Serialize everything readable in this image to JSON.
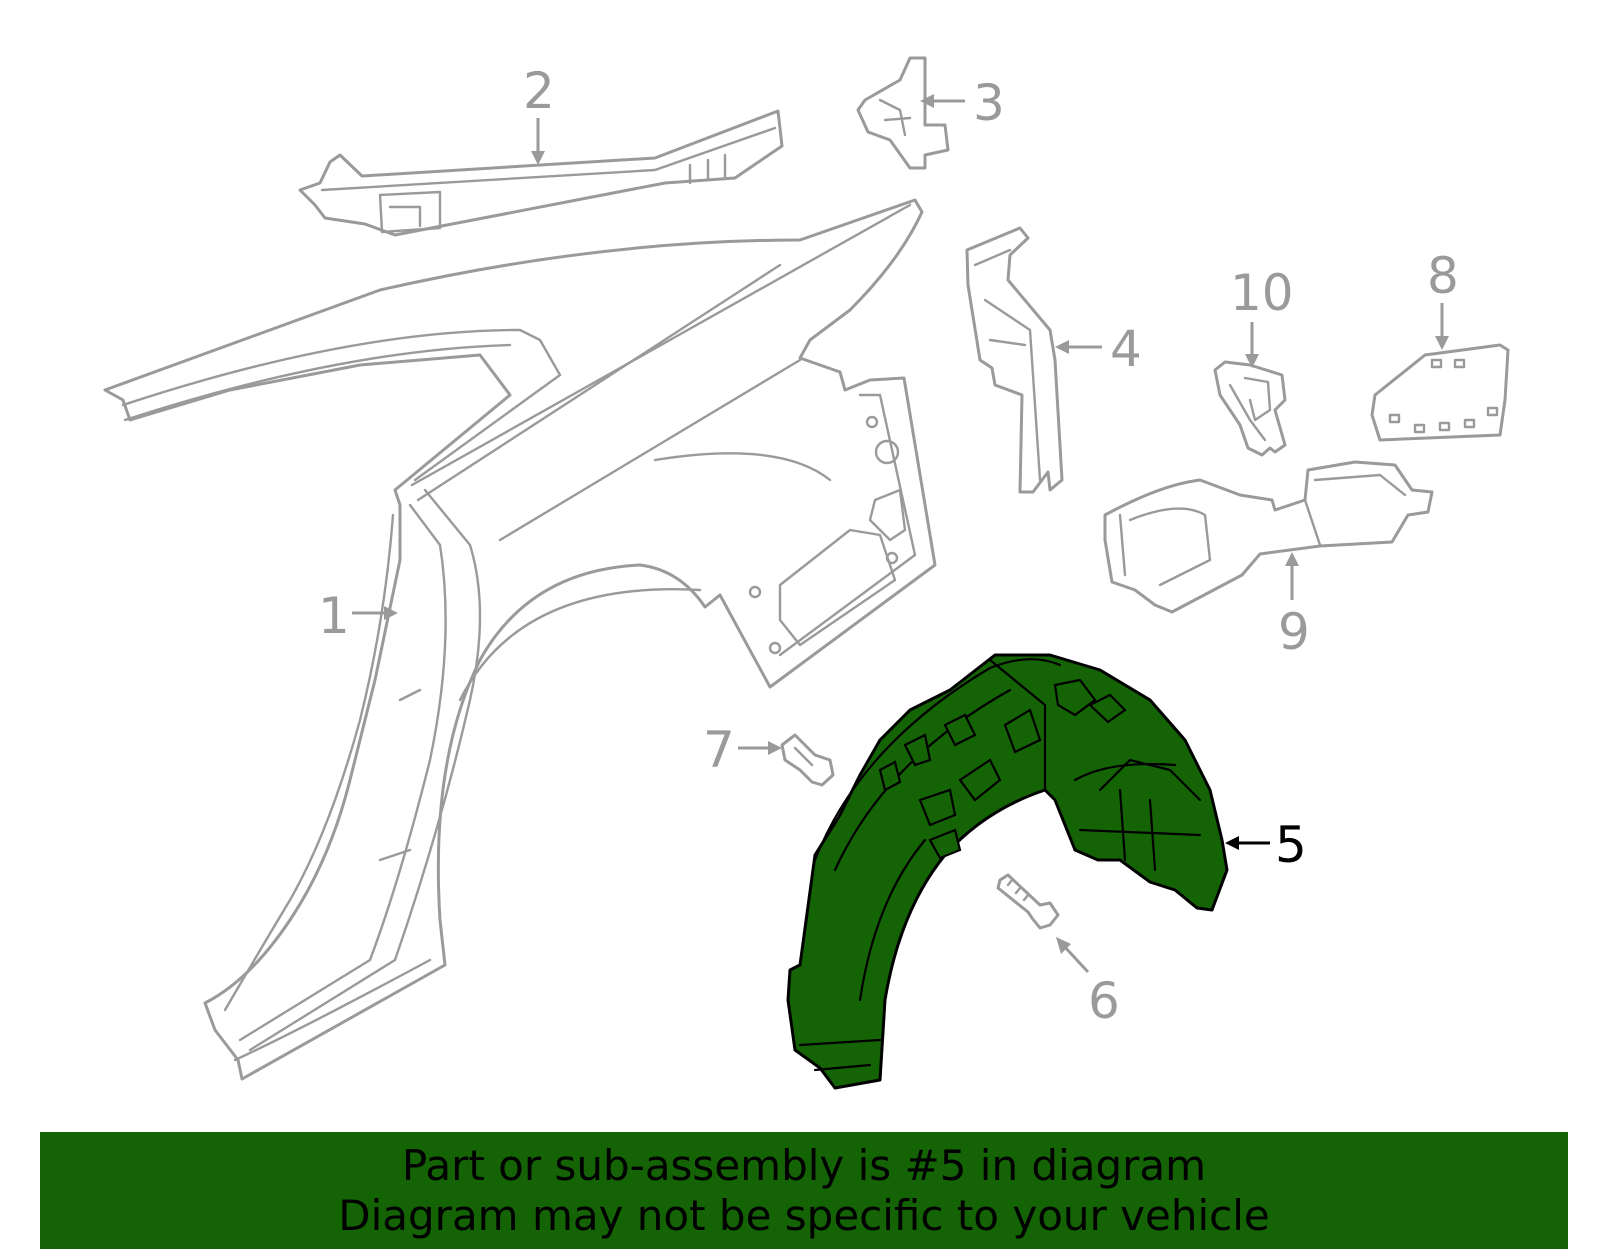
{
  "diagram": {
    "highlight_color": "#146405",
    "part_line_color": "#9a9a9a",
    "callouts": [
      {
        "number": "1",
        "highlighted": false
      },
      {
        "number": "2",
        "highlighted": false
      },
      {
        "number": "3",
        "highlighted": false
      },
      {
        "number": "4",
        "highlighted": false
      },
      {
        "number": "5",
        "highlighted": true
      },
      {
        "number": "6",
        "highlighted": false
      },
      {
        "number": "7",
        "highlighted": false
      },
      {
        "number": "8",
        "highlighted": false
      },
      {
        "number": "9",
        "highlighted": false
      },
      {
        "number": "10",
        "highlighted": false
      }
    ]
  },
  "banner": {
    "line1": "Part or sub-assembly is #5 in diagram",
    "line2": "Diagram may not be specific to your vehicle",
    "background": "#146405"
  }
}
